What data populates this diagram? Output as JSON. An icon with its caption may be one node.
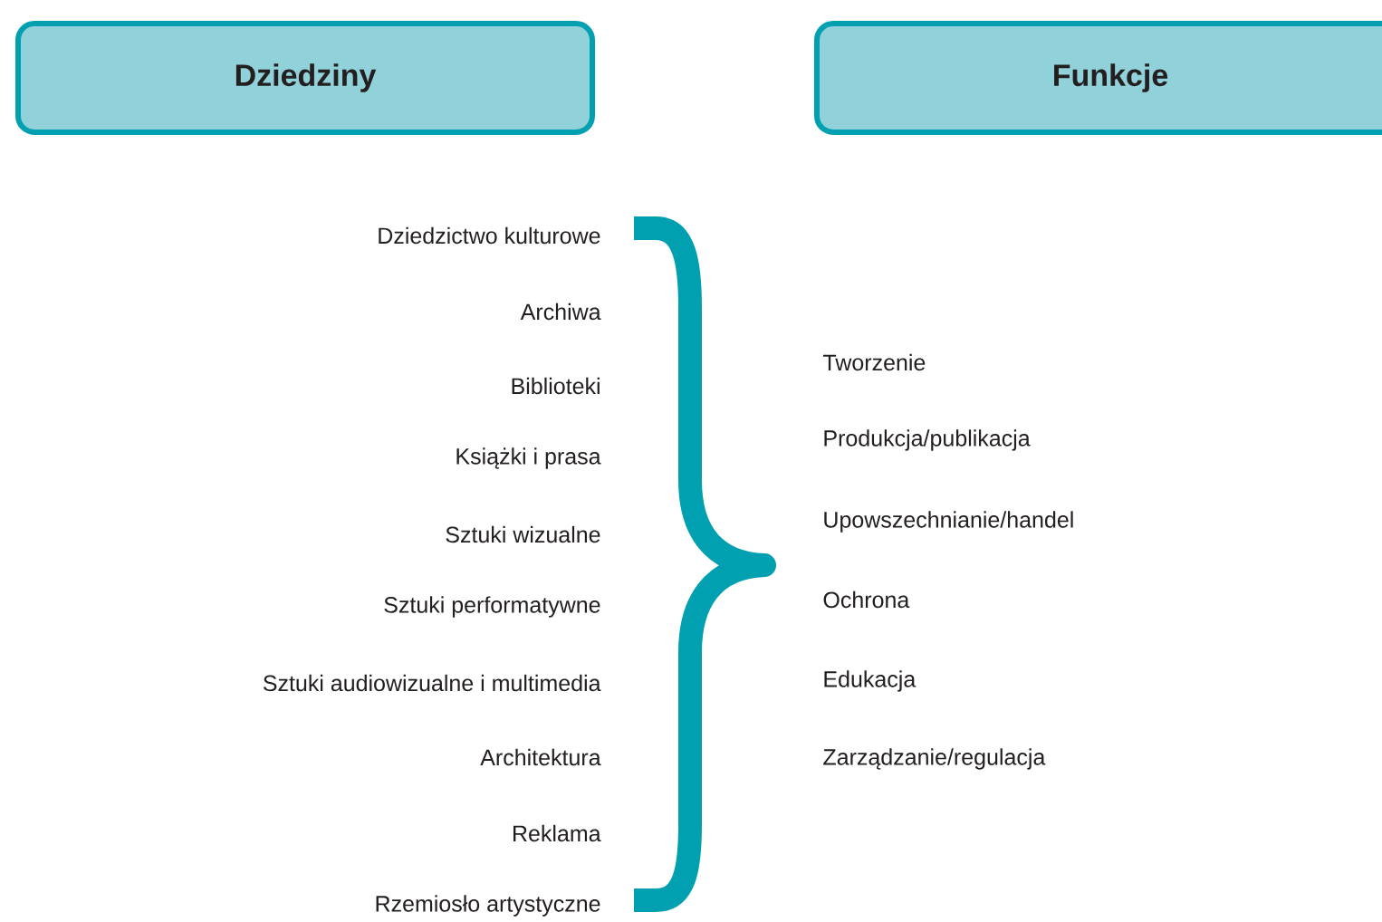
{
  "diagram": {
    "nodes": [
      {
        "text": [
          "Dziedziny"
        ]
      },
      {
        "text": [
          "Funkcje"
        ]
      }
    ],
    "labels": [
      "Dziedzictwo kulturowe",
      "Archiwa",
      "Biblioteki",
      "Książki i prasa",
      "Sztuki wizualne",
      "Sztuki performatywne",
      "Sztuki audiowizualne i multimedia",
      "Architektura",
      "Reklama",
      "Rzemiosło artystyczne",
      "Tworzenie",
      "Produkcja/publikacja",
      "Upowszechnianie/handel",
      "Ochrona",
      "Edukacja",
      "Zarządzanie/regulacja"
    ]
  }
}
